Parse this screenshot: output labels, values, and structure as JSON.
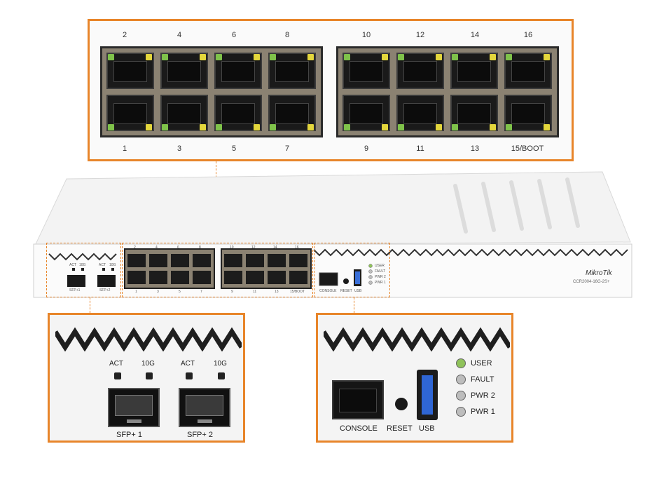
{
  "top_ports": {
    "top_labels": [
      "2",
      "4",
      "6",
      "8",
      "10",
      "12",
      "14",
      "16"
    ],
    "bottom_labels": [
      "1",
      "3",
      "5",
      "7",
      "9",
      "11",
      "13",
      "15/BOOT"
    ]
  },
  "device": {
    "brand": "MikroTik",
    "model": "CCR2004-16G-2S+",
    "small_top_labels": [
      "2",
      "4",
      "6",
      "8",
      "10",
      "12",
      "14",
      "16"
    ],
    "small_bottom_labels": [
      "1",
      "3",
      "5",
      "7",
      "9",
      "11",
      "13",
      "15/BOOT"
    ],
    "small_sfp_labels": [
      "ACT",
      "10G",
      "ACT",
      "10G"
    ],
    "small_sfp_names": [
      "SFP+1",
      "SFP+2"
    ],
    "small_console": "CONSOLE",
    "small_reset": "RESET",
    "small_usb": "USB",
    "small_status": [
      "USER",
      "FAULT",
      "PWR 2",
      "PWR 1"
    ]
  },
  "sfp_callout": {
    "led_labels": [
      "ACT",
      "10G",
      "ACT",
      "10G"
    ],
    "ports": [
      "SFP+ 1",
      "SFP+ 2"
    ]
  },
  "mgmt_callout": {
    "console": "CONSOLE",
    "reset": "RESET",
    "usb": "USB",
    "status_leds": [
      {
        "label": "USER",
        "color": "#8fc25a"
      },
      {
        "label": "FAULT",
        "color": "#bdbdbd"
      },
      {
        "label": "PWR 2",
        "color": "#bdbdbd"
      },
      {
        "label": "PWR 1",
        "color": "#bdbdbd"
      }
    ]
  }
}
